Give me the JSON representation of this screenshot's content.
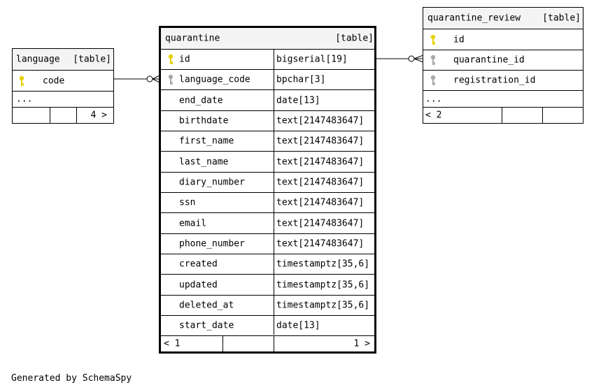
{
  "tables": {
    "language": {
      "name": "language",
      "kind": "[table]",
      "columns": [
        {
          "name": "code",
          "key": "primary"
        }
      ],
      "ellipsis": "...",
      "footer": {
        "right": "4 >"
      }
    },
    "quarantine": {
      "name": "quarantine",
      "kind": "[table]",
      "columns": [
        {
          "name": "id",
          "type": "bigserial[19]",
          "key": "primary"
        },
        {
          "name": "language_code",
          "type": "bpchar[3]",
          "key": "foreign"
        },
        {
          "name": "end_date",
          "type": "date[13]",
          "key": "none"
        },
        {
          "name": "birthdate",
          "type": "text[2147483647]",
          "key": "none"
        },
        {
          "name": "first_name",
          "type": "text[2147483647]",
          "key": "none"
        },
        {
          "name": "last_name",
          "type": "text[2147483647]",
          "key": "none"
        },
        {
          "name": "diary_number",
          "type": "text[2147483647]",
          "key": "none"
        },
        {
          "name": "ssn",
          "type": "text[2147483647]",
          "key": "none"
        },
        {
          "name": "email",
          "type": "text[2147483647]",
          "key": "none"
        },
        {
          "name": "phone_number",
          "type": "text[2147483647]",
          "key": "none"
        },
        {
          "name": "created",
          "type": "timestamptz[35,6]",
          "key": "none"
        },
        {
          "name": "updated",
          "type": "timestamptz[35,6]",
          "key": "none"
        },
        {
          "name": "deleted_at",
          "type": "timestamptz[35,6]",
          "key": "none"
        },
        {
          "name": "start_date",
          "type": "date[13]",
          "key": "none"
        }
      ],
      "footer": {
        "left": "< 1",
        "right": "1 >"
      }
    },
    "quarantine_review": {
      "name": "quarantine_review",
      "kind": "[table]",
      "columns": [
        {
          "name": "id",
          "key": "primary"
        },
        {
          "name": "quarantine_id",
          "key": "foreign"
        },
        {
          "name": "registration_id",
          "key": "foreign"
        }
      ],
      "ellipsis": "...",
      "footer": {
        "left": "< 2"
      }
    }
  },
  "colors": {
    "primary_key": "#e6d200",
    "foreign_key": "#a8a8a8",
    "header_bg": "#f4f4f4"
  },
  "footer_text": "Generated by SchemaSpy"
}
